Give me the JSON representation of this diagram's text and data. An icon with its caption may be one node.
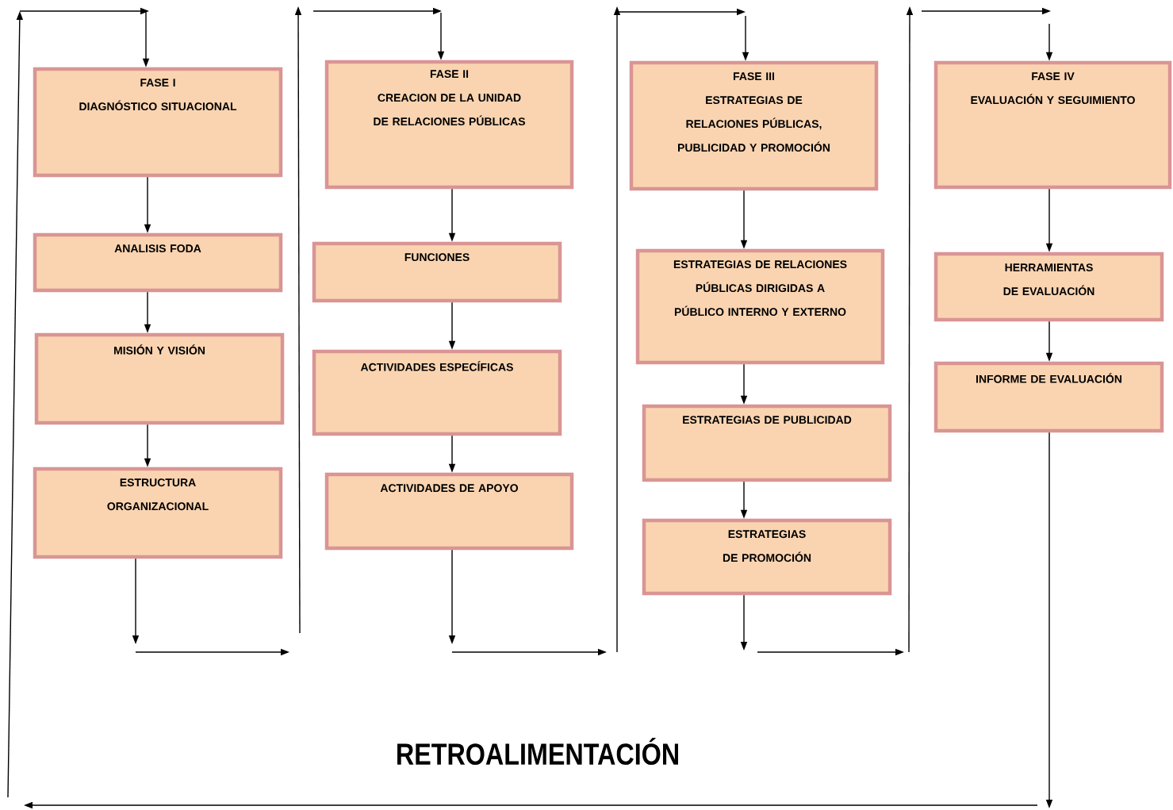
{
  "diagram": {
    "nodes": [
      {
        "text": [
          "FASE I",
          "DIAGNÓSTICO SITUACIONAL"
        ]
      },
      {
        "text": [
          "ANALISIS FODA"
        ]
      },
      {
        "text": [
          "MISIÓN Y VISIÓN"
        ]
      },
      {
        "text": [
          "ESTRUCTURA ORGANIZACIONAL"
        ]
      },
      {
        "text": [
          "FASE II",
          "CREACION DE LA UNIDAD DE RELACIONES  PÚBLICAS"
        ]
      },
      {
        "text": [
          "FUNCIONES"
        ]
      },
      {
        "text": [
          "ACTIVIDADES ESPECÍFICAS"
        ]
      },
      {
        "text": [
          "ACTIVIDADES DE APOYO"
        ]
      },
      {
        "text": [
          "FASE III",
          "ESTRATEGIAS DE RELACIONES PÚBLICAS, PUBLICIDAD Y PROMOCIÓN"
        ]
      },
      {
        "text": [
          "ESTRATEGIAS DE RELACIONES PÚBLICAS DIRIGIDAS  A PÚBLICO INTERNO Y EXTERNO"
        ]
      },
      {
        "text": [
          "ESTRATEGIAS DE PUBLICIDAD"
        ]
      },
      {
        "text": [
          "ESTRATEGIAS DE PROMOCIÓN"
        ]
      },
      {
        "text": [
          "FASE IV",
          "EVALUACIÓN Y SEGUIMIENTO"
        ]
      },
      {
        "text": [
          "HERRAMIENTAS DE EVALUACIÓN"
        ]
      },
      {
        "text": [
          "INFORME DE EVALUACIÓN"
        ]
      }
    ],
    "edges": [
      {
        "from": null,
        "to": 0,
        "arrow": "to"
      },
      {
        "from": 0,
        "to": 1,
        "arrow": "to"
      },
      {
        "from": 1,
        "to": 2,
        "arrow": "to"
      },
      {
        "from": 2,
        "to": 3,
        "arrow": "to"
      },
      {
        "from": 3,
        "to": null,
        "arrow": "to"
      },
      {
        "from": null,
        "to": 4,
        "arrow": "to"
      },
      {
        "from": 4,
        "to": 5,
        "arrow": "to"
      },
      {
        "from": 5,
        "to": 6,
        "arrow": "to"
      },
      {
        "from": 6,
        "to": 7,
        "arrow": "to"
      },
      {
        "from": 7,
        "to": null,
        "arrow": "to"
      },
      {
        "from": null,
        "to": 8,
        "arrow": "to"
      },
      {
        "from": 8,
        "to": 9,
        "arrow": "to"
      },
      {
        "from": 9,
        "to": 10,
        "arrow": "to"
      },
      {
        "from": 10,
        "to": 11,
        "arrow": "to"
      },
      {
        "from": 11,
        "to": null,
        "arrow": "to"
      },
      {
        "from": null,
        "to": 12,
        "arrow": "to"
      },
      {
        "from": 12,
        "to": 13,
        "arrow": "to"
      },
      {
        "from": 13,
        "to": 14,
        "arrow": "to"
      },
      {
        "from": 14,
        "to": null,
        "arrow": "to"
      }
    ],
    "labels": [
      "RETROALIMENTACIÓN"
    ]
  }
}
